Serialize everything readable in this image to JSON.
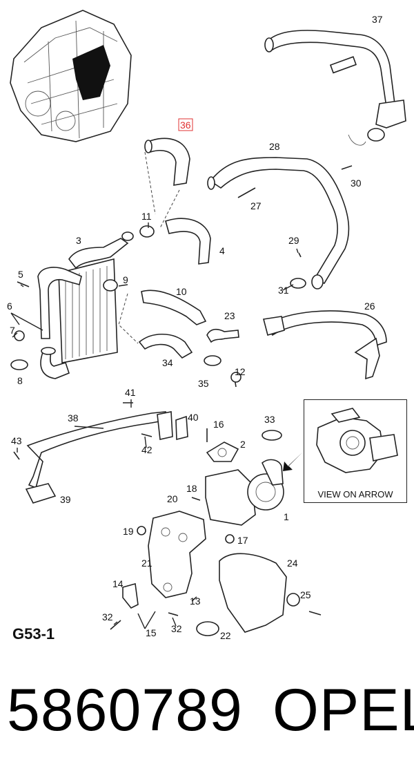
{
  "diagram": {
    "code": "G53-1",
    "view_caption": "VIEW ON ARROW",
    "footer_number": "5860789",
    "footer_brand": "OPEL",
    "highlight_color": "#e03030",
    "labels": {
      "1": "1",
      "2": "2",
      "3": "3",
      "4": "4",
      "5": "5",
      "6": "6",
      "7": "7",
      "8": "8",
      "9": "9",
      "10": "10",
      "11": "11",
      "12": "12",
      "13": "13",
      "14": "14",
      "15": "15",
      "16": "16",
      "17": "17",
      "18": "18",
      "19": "19",
      "20": "20",
      "21": "21",
      "22": "22",
      "23": "23",
      "24": "24",
      "25": "25",
      "26": "26",
      "27": "27",
      "28": "28",
      "29": "29",
      "30": "30",
      "31": "31",
      "32": "32",
      "33": "33",
      "34": "34",
      "35": "35",
      "36": "36",
      "37": "37",
      "38": "38",
      "39": "39",
      "40": "40",
      "41": "41",
      "42": "42",
      "43": "43"
    }
  }
}
